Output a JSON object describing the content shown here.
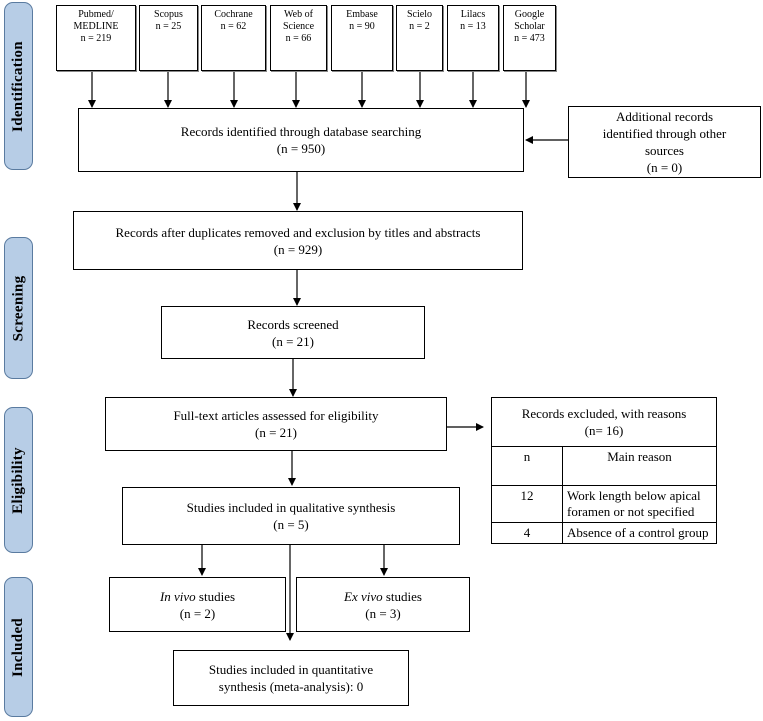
{
  "stages": {
    "identification": "Identification",
    "screening": "Screening",
    "eligibility": "Eligibility",
    "included": "Included"
  },
  "databases": [
    {
      "name": "Pubmed/ MEDLINE",
      "count": "n = 219"
    },
    {
      "name": "Scopus",
      "count": "n = 25"
    },
    {
      "name": "Cochrane",
      "count": "n = 62"
    },
    {
      "name": "Web of Science",
      "count": "n = 66"
    },
    {
      "name": "Embase",
      "count": "n = 90"
    },
    {
      "name": "Scielo",
      "count": "n = 2"
    },
    {
      "name": "Lilacs",
      "count": "n = 13"
    },
    {
      "name": "Google Scholar",
      "count": "n = 473"
    }
  ],
  "identified": {
    "label": "Records identified through database searching",
    "count": "(n = 950)"
  },
  "additional": {
    "label": "Additional records identified through other sources",
    "count": "(n = 0)"
  },
  "after_duplicates": {
    "label": "Records after duplicates removed and exclusion by titles and abstracts",
    "count": "(n = 929)"
  },
  "screened": {
    "label": "Records screened",
    "count": "(n = 21)"
  },
  "fulltext": {
    "label": "Full-text articles assessed for eligibility",
    "count": "(n = 21)"
  },
  "excluded": {
    "label": "Records excluded, with reasons",
    "count": "(n= 16)",
    "headers": [
      "n",
      "Main reason"
    ],
    "rows": [
      {
        "n": "12",
        "reason": "Work length below apical foramen or not specified"
      },
      {
        "n": "4",
        "reason": "Absence of a control group"
      }
    ]
  },
  "qualitative": {
    "label": "Studies included in qualitative synthesis",
    "count": "(n = 5)"
  },
  "in_vivo": {
    "italic": "In vivo",
    "rest": "studies",
    "count": "(n = 2)"
  },
  "ex_vivo": {
    "italic": "Ex vivo",
    "rest": "studies",
    "count": "(n = 3)"
  },
  "quantitative": {
    "label": "Studies included in quantitative synthesis (meta-analysis): 0"
  }
}
